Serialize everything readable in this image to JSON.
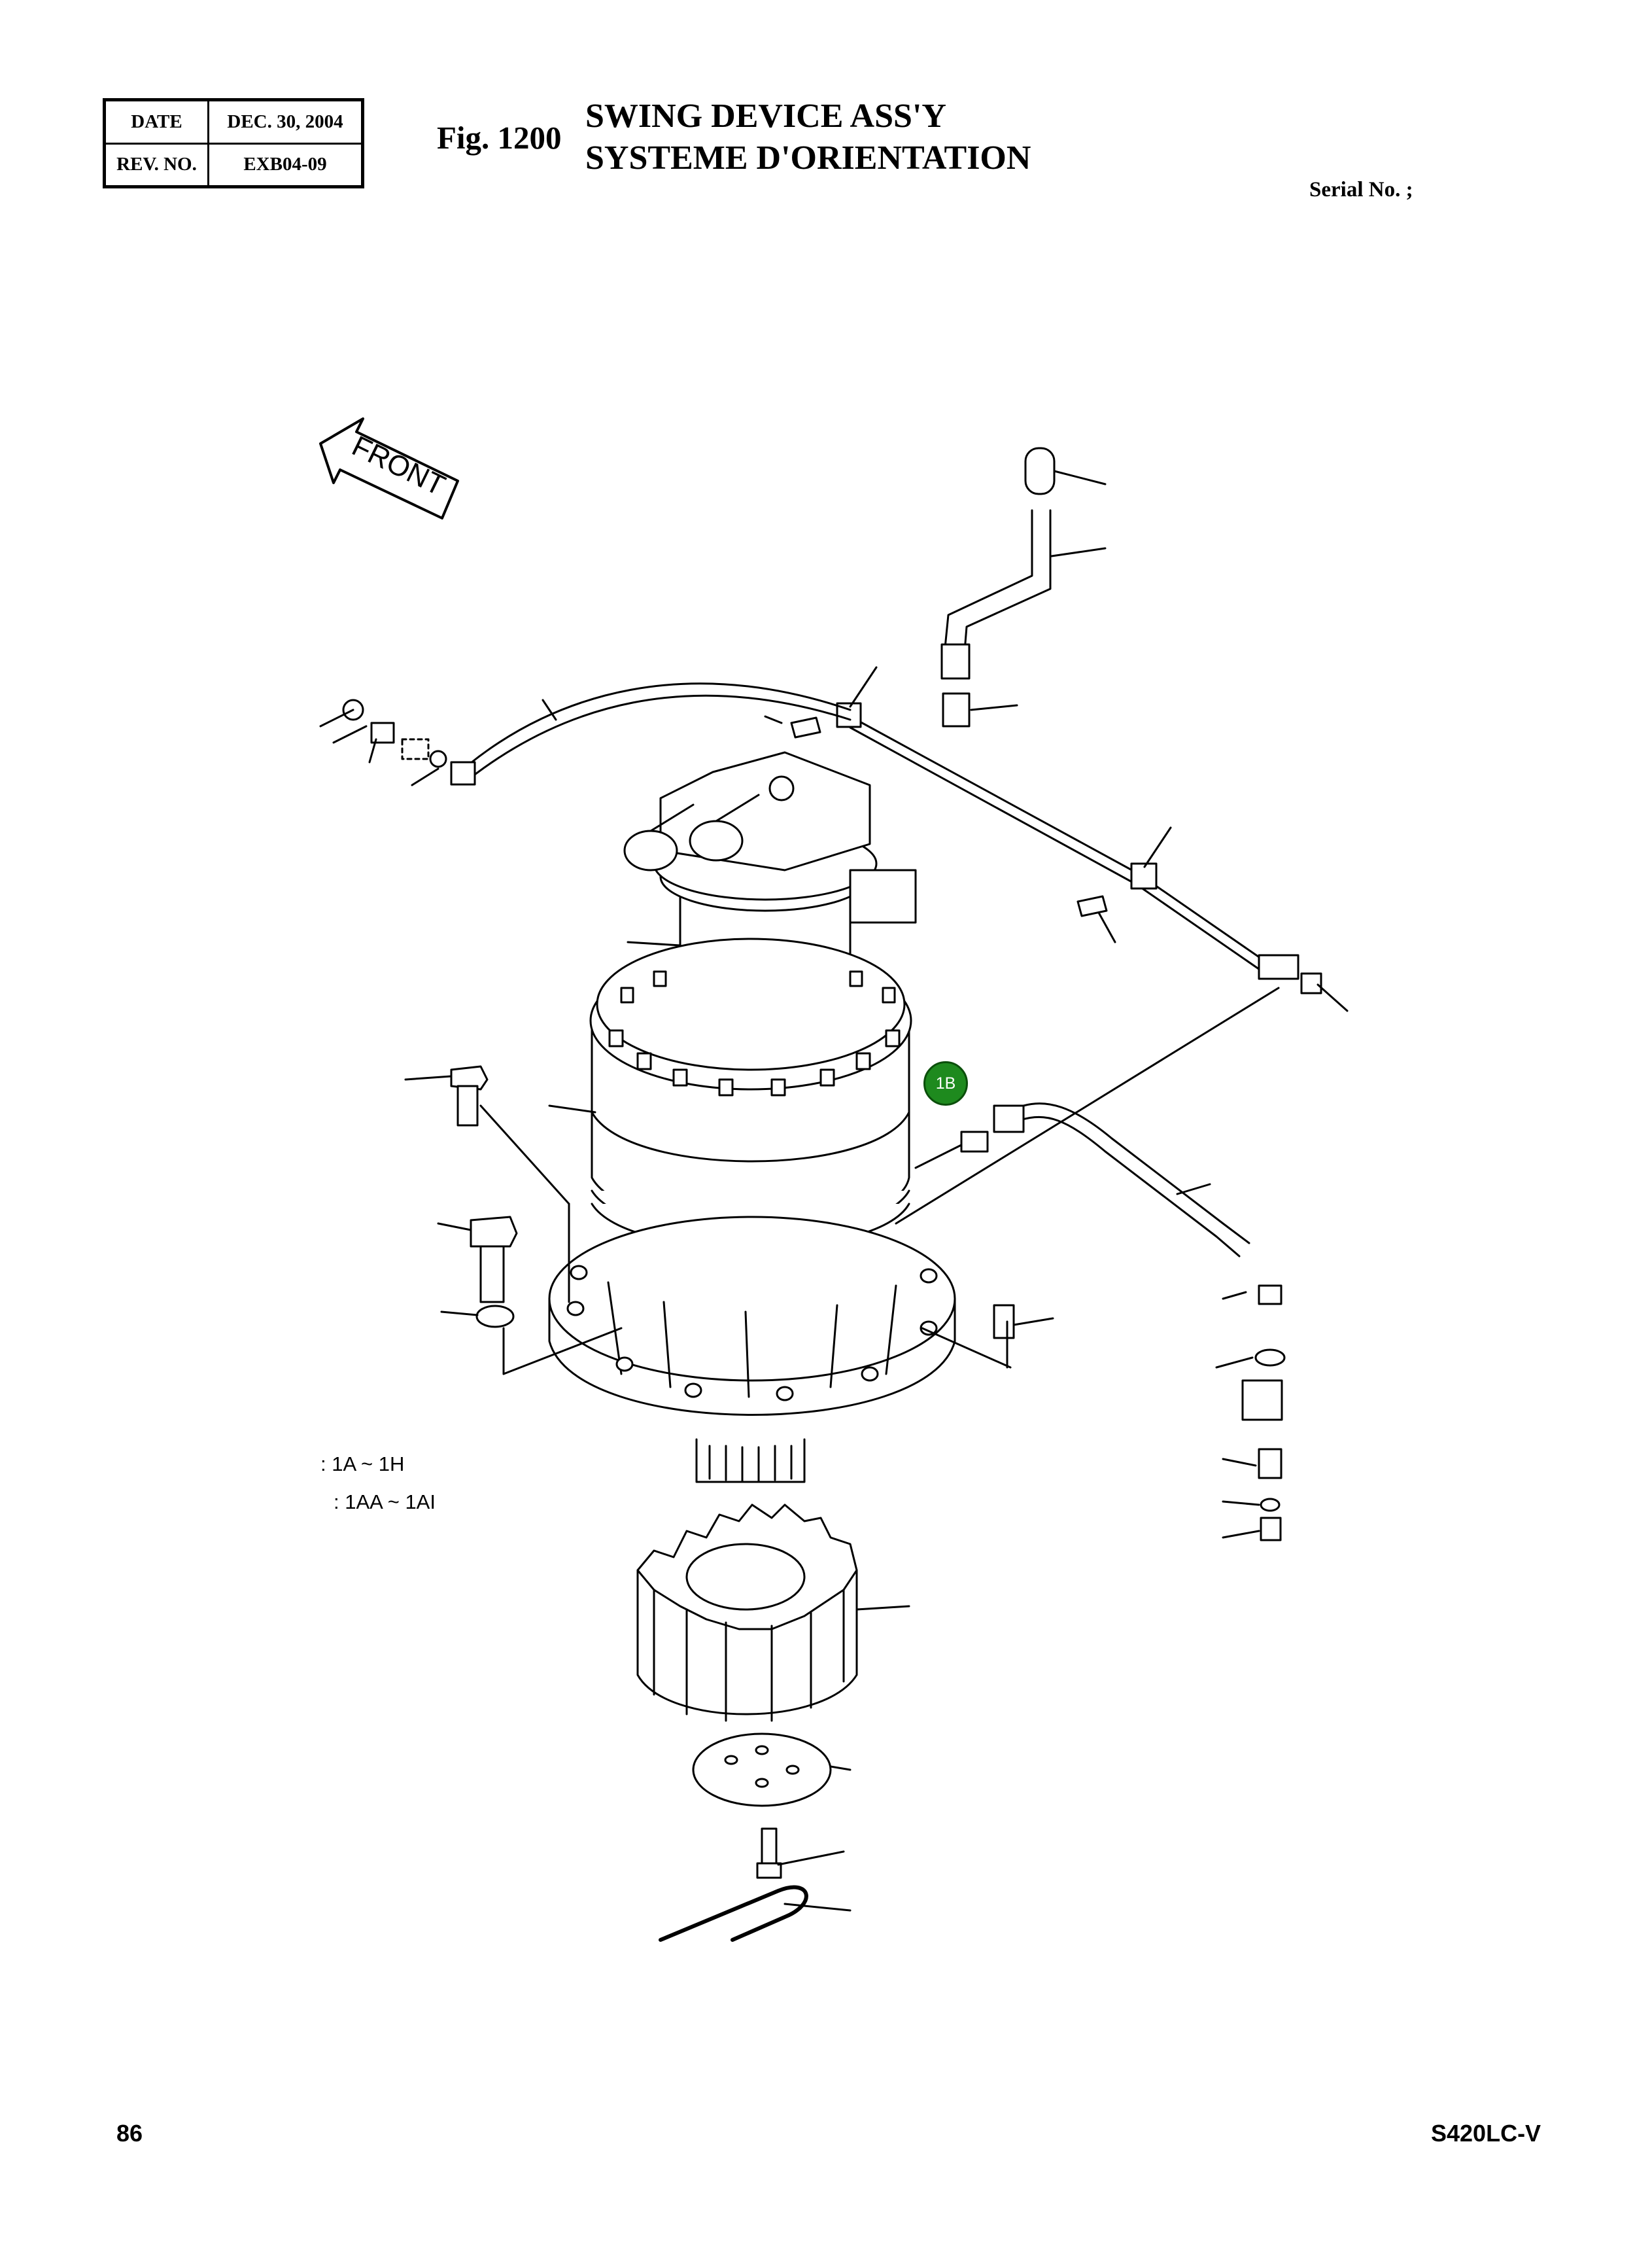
{
  "header": {
    "date_label": "DATE",
    "date_value": "DEC. 30, 2004",
    "rev_label": "REV. NO.",
    "rev_value": "EXB04-09",
    "fig_no": "Fig. 1200",
    "title_en": "SWING DEVICE ASS'Y",
    "title_fr": "SYSTEME D'ORIENTATION",
    "serial": "Serial No. ;"
  },
  "drawing": {
    "front_label": "FRONT",
    "callout_label": "1B",
    "range_1": ": 1A ~ 1H",
    "range_2": ": 1AA ~ 1AI"
  },
  "footer": {
    "page_number": "86",
    "model": "S420LC-V"
  },
  "colors": {
    "callout_fill": "#1e8a1e",
    "line": "#000000"
  }
}
